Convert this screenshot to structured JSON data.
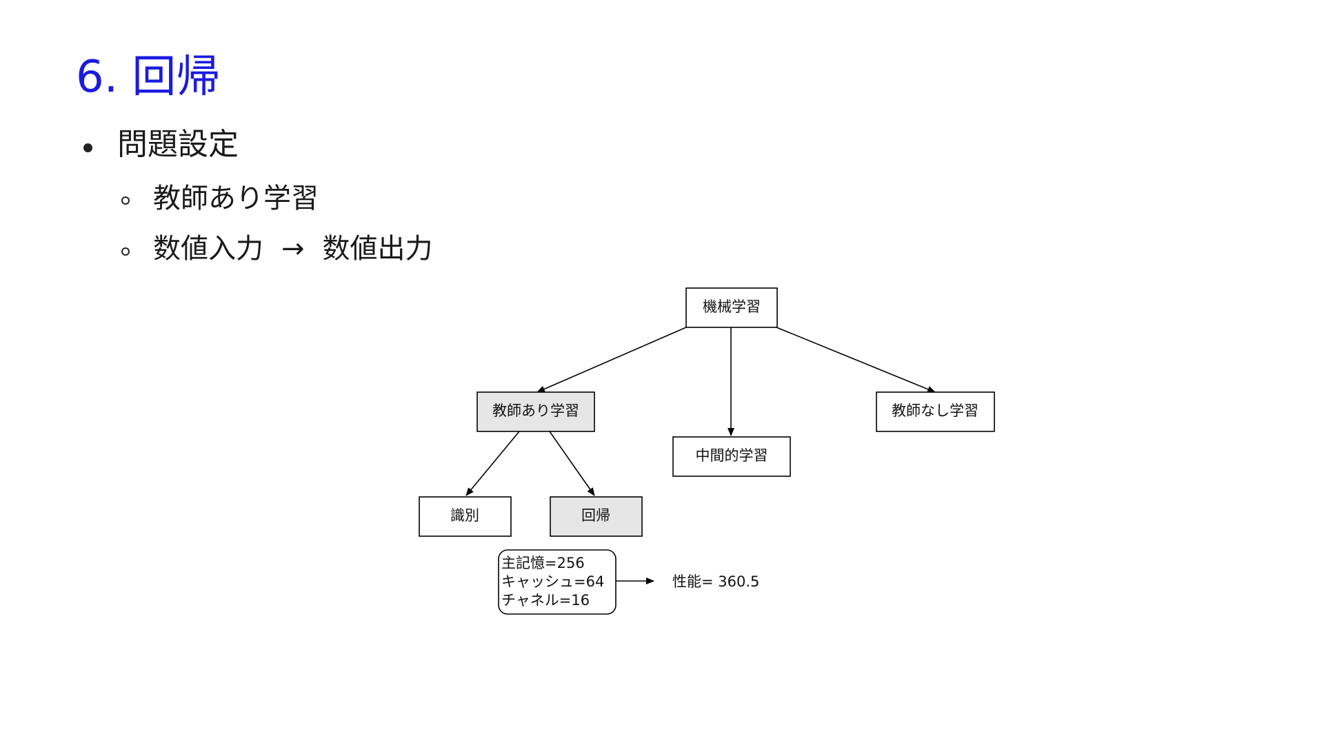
{
  "slide": {
    "title": "6. 回帰",
    "bullet1": "問題設定",
    "sub1": "教師あり学習",
    "sub2_left": "数値入力",
    "sub2_arrow": "→",
    "sub2_right": "数値出力"
  },
  "diagram": {
    "nodes": {
      "root": "機械学習",
      "supervised": "教師あり学習",
      "semi": "中間的学習",
      "unsupervised": "教師なし学習",
      "classification": "識別",
      "regression": "回帰"
    },
    "highlight_color": "#e6e6e6",
    "input_box": {
      "line1": "主記憶=256",
      "line2": "キャッシュ=64",
      "line3": "チャネル=16"
    },
    "output": "性能= 360.5"
  },
  "colors": {
    "title": "#1b1be0",
    "text": "#1a1a1a"
  }
}
